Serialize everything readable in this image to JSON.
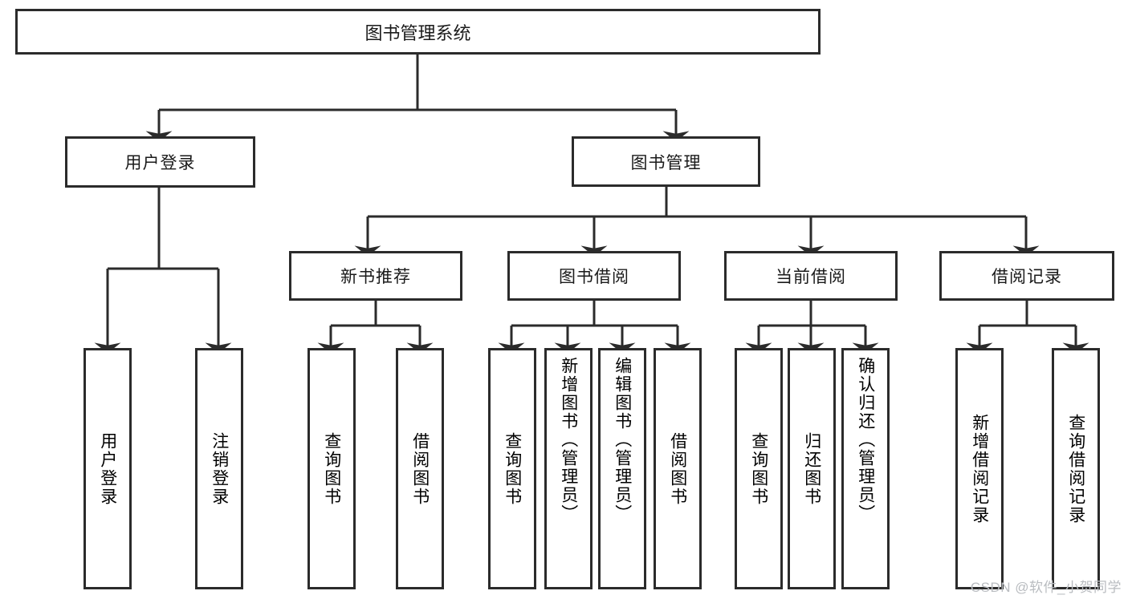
{
  "diagram": {
    "title": "图书管理系统",
    "type": "tree",
    "root": {
      "id": "root",
      "label": "图书管理系统"
    },
    "level2": [
      {
        "id": "user-login",
        "label": "用户登录"
      },
      {
        "id": "book-manage",
        "label": "图书管理"
      }
    ],
    "level3": [
      {
        "id": "new-book-rec",
        "label": "新书推荐",
        "parent": "book-manage"
      },
      {
        "id": "book-borrow",
        "label": "图书借阅",
        "parent": "book-manage"
      },
      {
        "id": "current-borrow",
        "label": "当前借阅",
        "parent": "book-manage"
      },
      {
        "id": "borrow-record",
        "label": "借阅记录",
        "parent": "book-manage"
      }
    ],
    "leaves": {
      "user-login": [
        {
          "id": "leaf-user-login",
          "label": "用户登录"
        },
        {
          "id": "leaf-logout",
          "label": "注销登录"
        }
      ],
      "new-book-rec": [
        {
          "id": "leaf-query-book-1",
          "label": "查询图书"
        },
        {
          "id": "leaf-borrow-book-1",
          "label": "借阅图书"
        }
      ],
      "book-borrow": [
        {
          "id": "leaf-query-book-2",
          "label": "查询图书"
        },
        {
          "id": "leaf-add-book",
          "label": "新增图书（管理员）"
        },
        {
          "id": "leaf-edit-book",
          "label": "编辑图书（管理员）"
        },
        {
          "id": "leaf-borrow-book-2",
          "label": "借阅图书"
        }
      ],
      "current-borrow": [
        {
          "id": "leaf-query-book-3",
          "label": "查询图书"
        },
        {
          "id": "leaf-return-book",
          "label": "归还图书"
        },
        {
          "id": "leaf-confirm-return",
          "label": "确认归还（管理员）"
        }
      ],
      "borrow-record": [
        {
          "id": "leaf-add-record",
          "label": "新增借阅记录"
        },
        {
          "id": "leaf-query-record",
          "label": "查询借阅记录"
        }
      ]
    }
  },
  "watermark": {
    "text": "CSDN @软件_小贺同学"
  },
  "colors": {
    "border": "#2b2b2b",
    "background": "#ffffff",
    "text": "#1a1a1a",
    "watermark": "#b9bcc0"
  }
}
